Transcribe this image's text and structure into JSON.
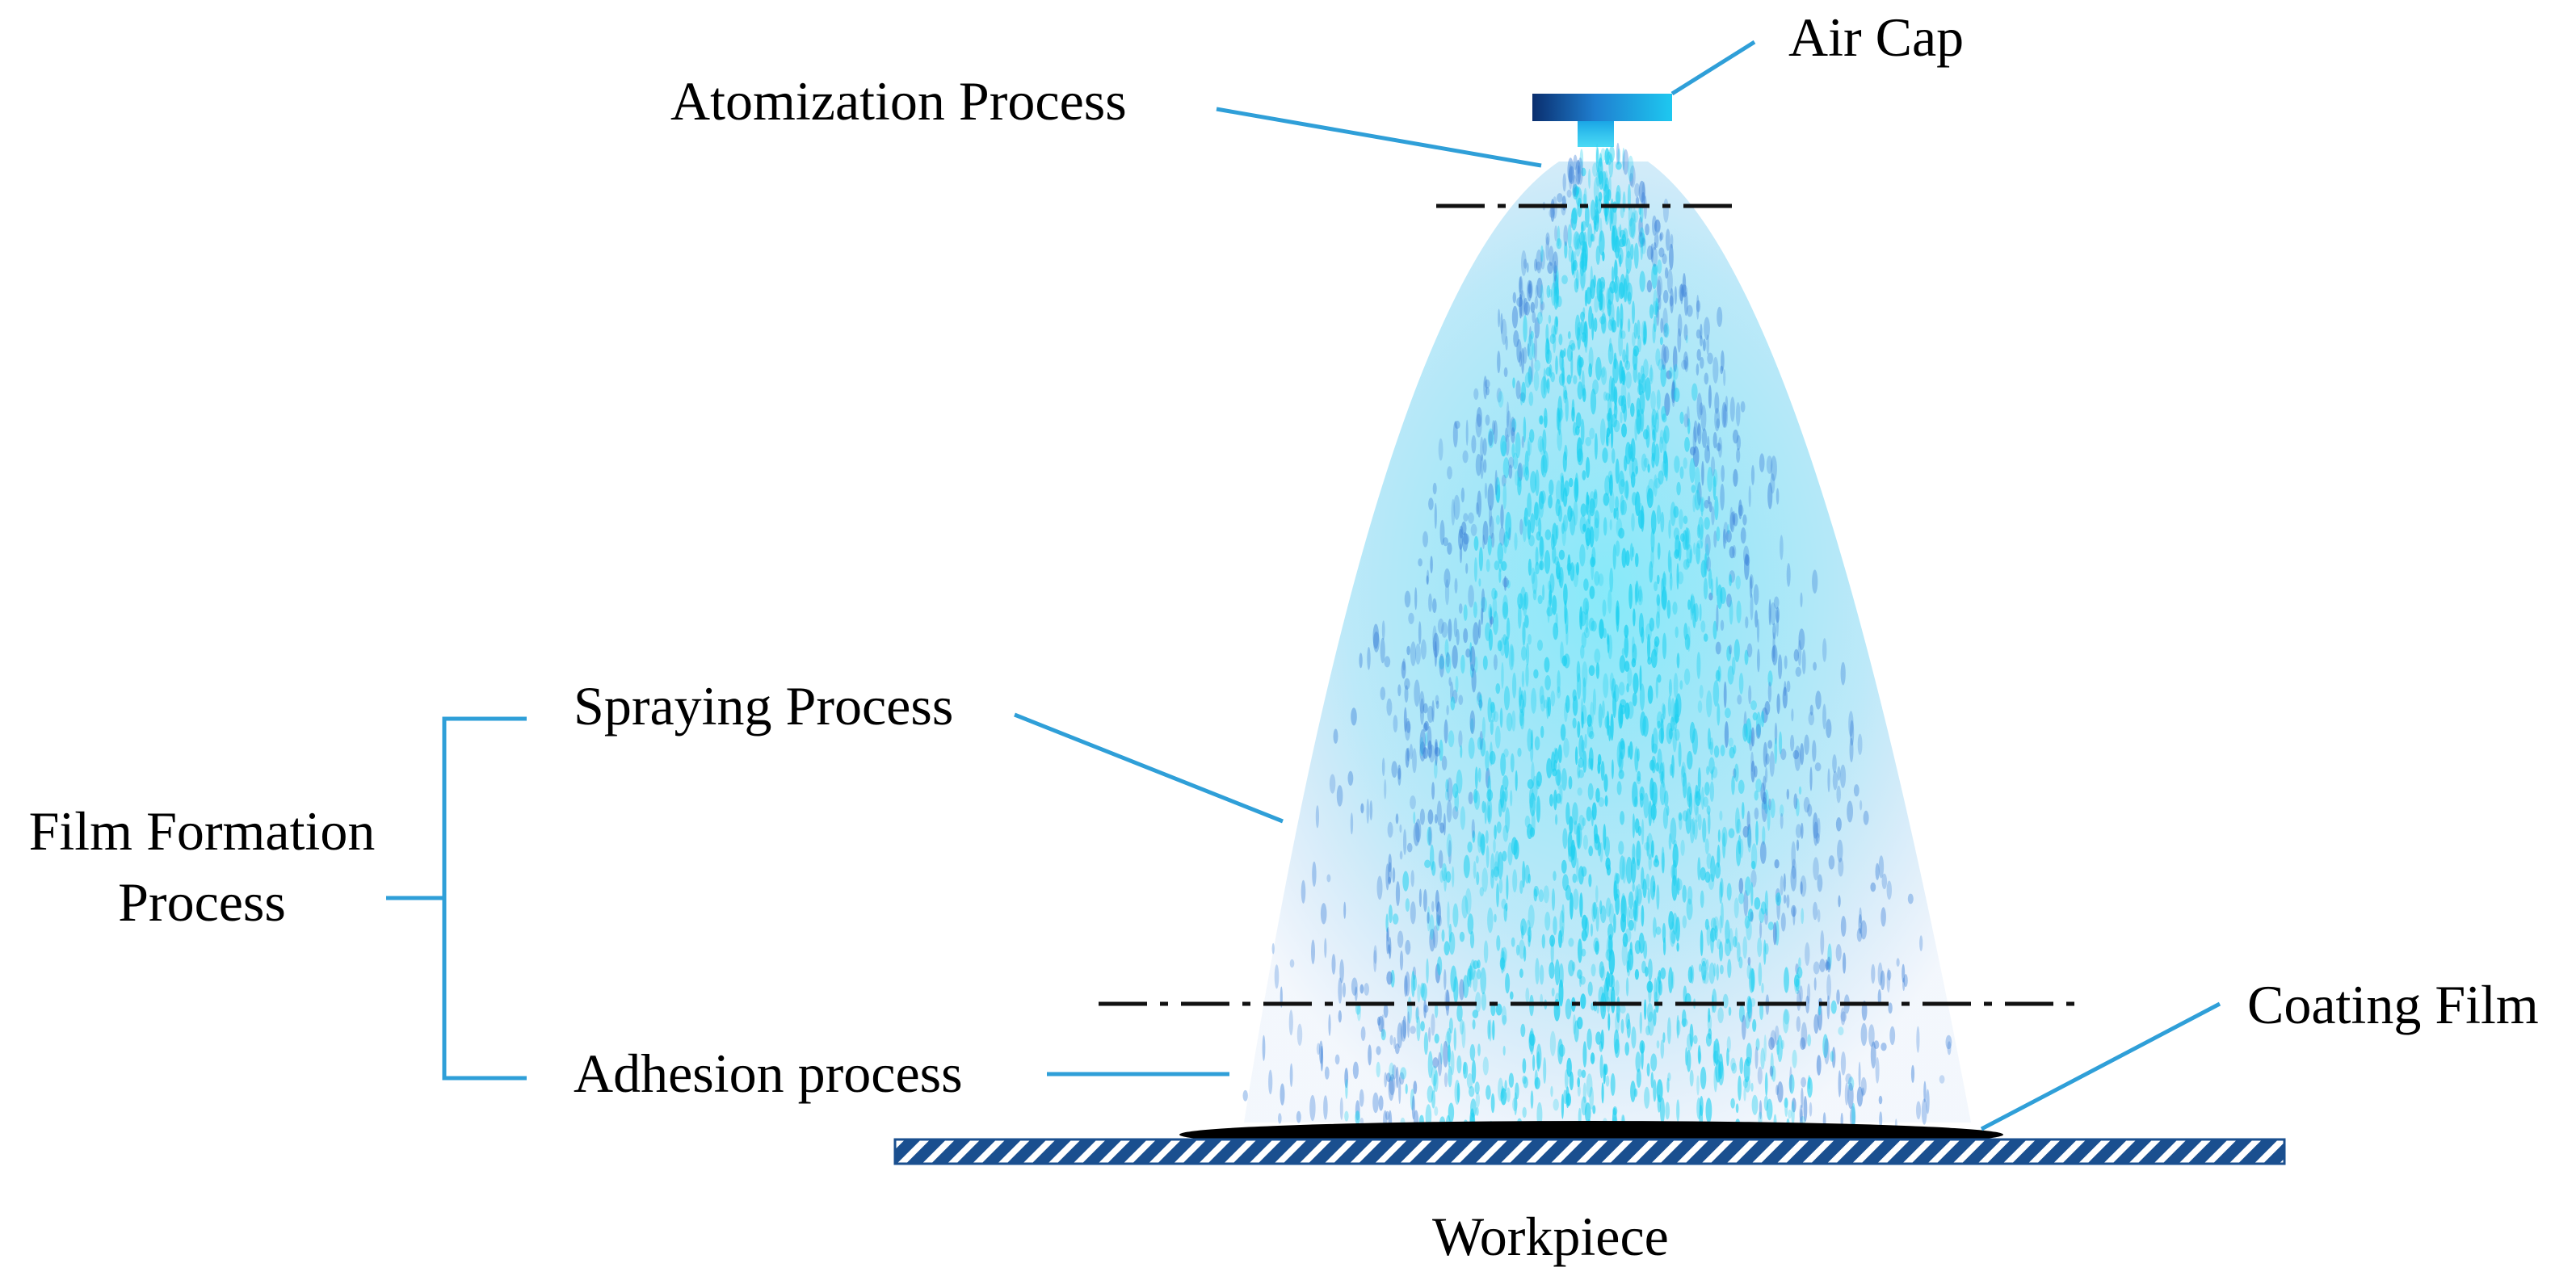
{
  "labels": {
    "air_cap": "Air Cap",
    "atomization": "Atomization Process",
    "spraying": "Spraying Process",
    "film_formation_line1": "Film Formation",
    "film_formation_line2": "Process",
    "adhesion": "Adhesion process",
    "coating_film": "Coating Film",
    "workpiece": "Workpiece"
  },
  "colors": {
    "leader_line": "#2f9fd8",
    "spray_core": "#1fd0f0",
    "spray_edge": "#3a7fd8",
    "air_cap_dark": "#0a2e6e",
    "air_cap_light": "#1ec8f0",
    "workpiece_fill": "#1a4f8f",
    "coating_film": "#000000",
    "dash_dot": "#111111",
    "text": "#000000"
  },
  "icons": {
    "air_cap": "air-cap-nozzle-icon",
    "spray": "spray-cone-icon"
  }
}
